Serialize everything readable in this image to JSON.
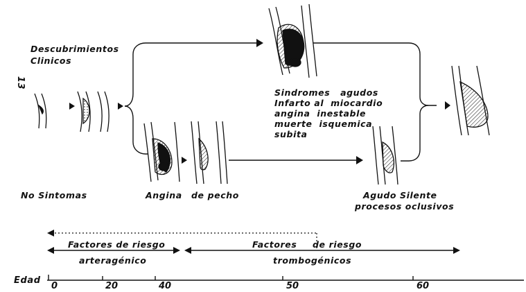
{
  "page_number": "13",
  "labels": {
    "descubrimientos": "Descubrimientos",
    "clinicos": "Clinicos",
    "no_sintomas": "No  Sintomas",
    "angina": "Angina",
    "de_pecho": "de  pecho",
    "agudo_silente": "Agudo   Silente",
    "procesos_oclusivos": "procesos   oclusivos",
    "sindromes": "Sindromes   agudos\nInfarto al  miocardio\nangina  inestable\nmuerte  isquemica\nsubita"
  },
  "factors": {
    "left_top": "Factores  de  riesgo",
    "left_bottom": "arteragénico",
    "right_top_a": "Factores",
    "right_top_b": "de  riesgo",
    "right_bottom": "trombogénicos"
  },
  "axis": {
    "label": "Edad",
    "ticks": [
      "0",
      "20",
      "40",
      "50",
      "60"
    ]
  },
  "colors": {
    "ink": "#111111",
    "paper": "#ffffff"
  }
}
